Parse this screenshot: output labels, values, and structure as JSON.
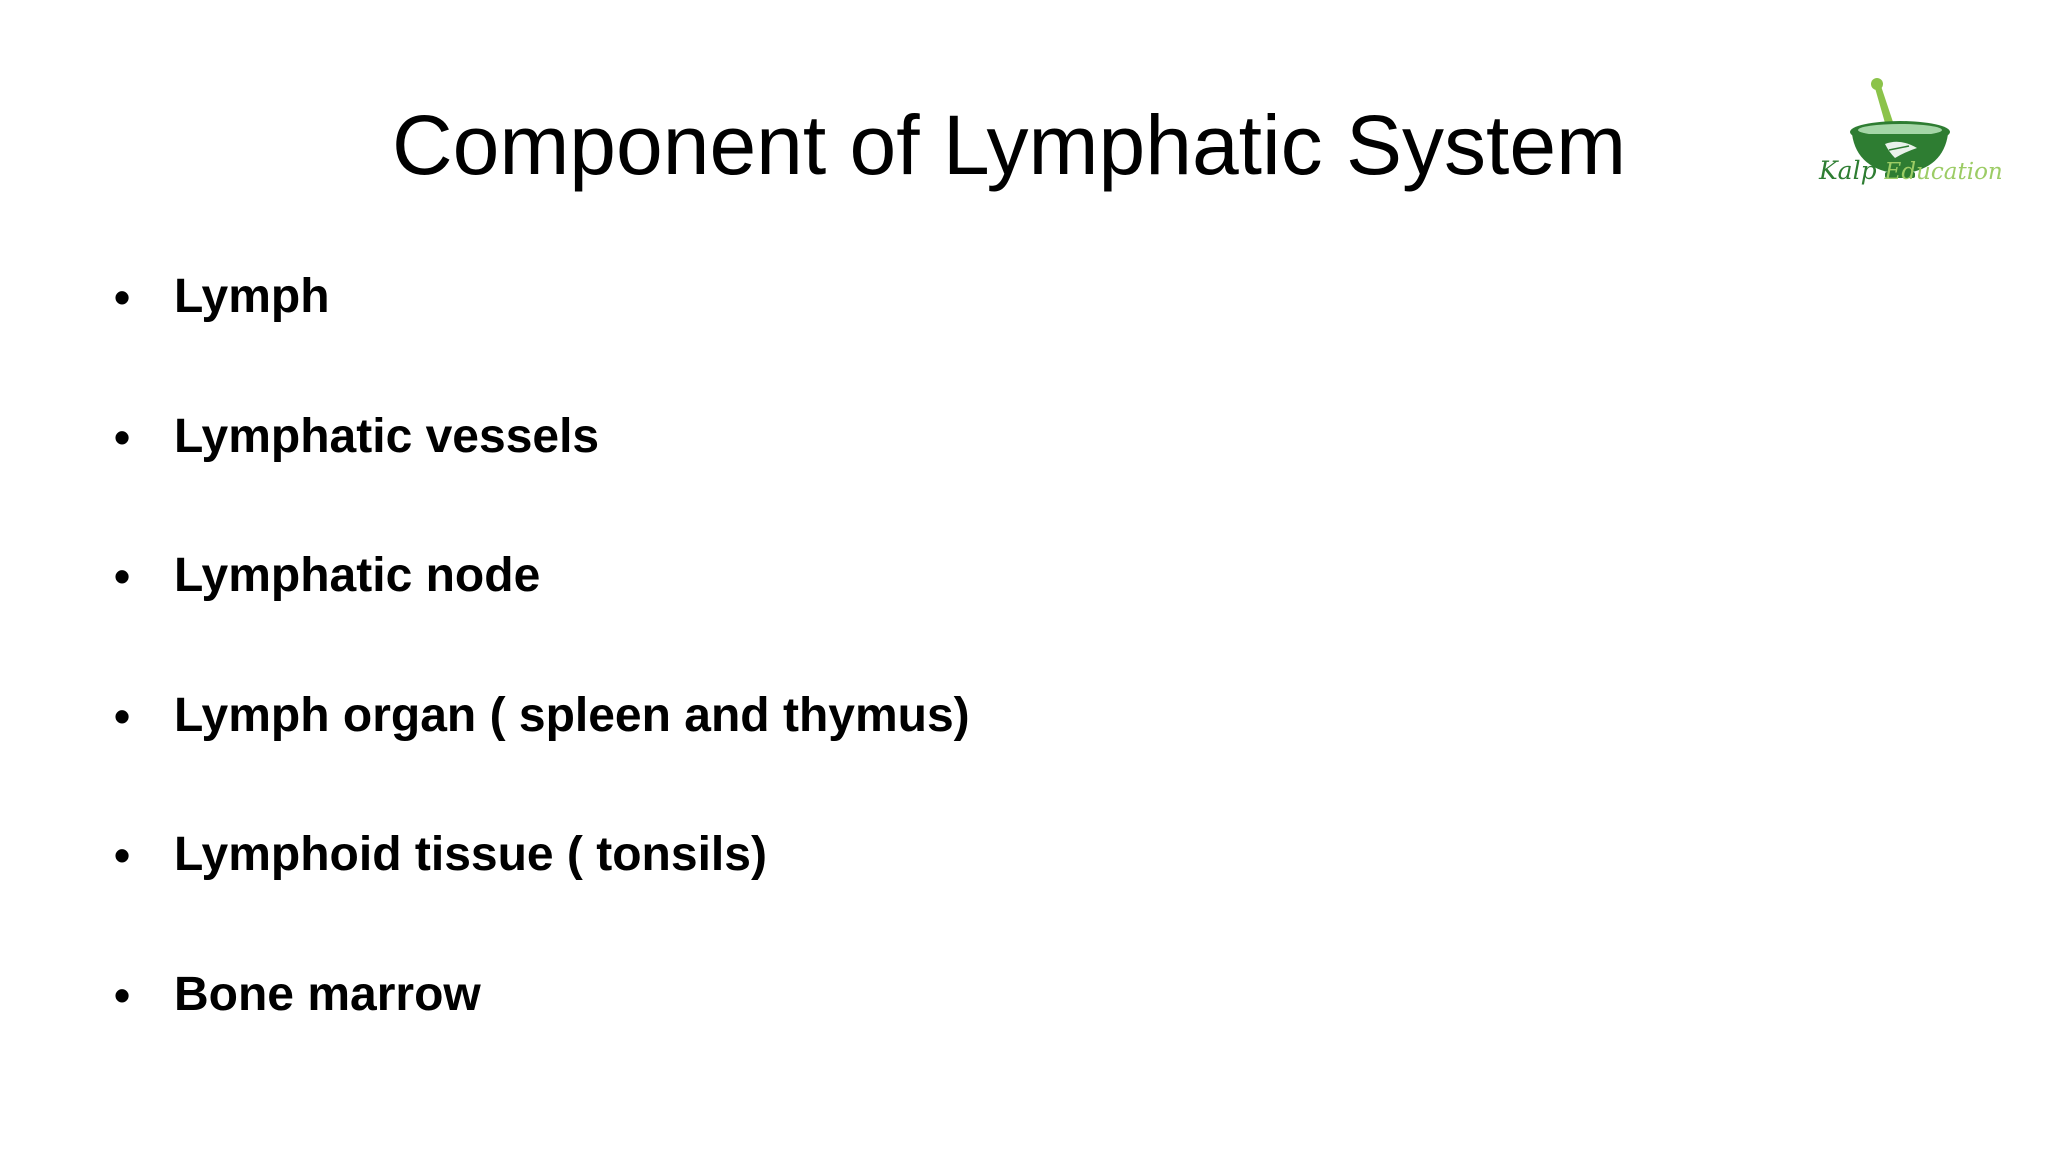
{
  "slide": {
    "title": "Component of Lymphatic System",
    "logo": {
      "text": "Kalp Education",
      "icon": "mortar-pestle-icon",
      "colors": {
        "bowl": "#2e7d32",
        "pestle": "#8bc34a",
        "text_kalp": "#2e7d32",
        "text_education": "#9ccc65"
      }
    },
    "bullet_glyph": "•",
    "items": [
      {
        "label": "Lymph"
      },
      {
        "label": "Lymphatic vessels"
      },
      {
        "label": "Lymphatic node"
      },
      {
        "label": "Lymph organ ( spleen and thymus)"
      },
      {
        "label": "Lymphoid tissue ( tonsils)"
      },
      {
        "label": "Bone marrow"
      }
    ]
  }
}
